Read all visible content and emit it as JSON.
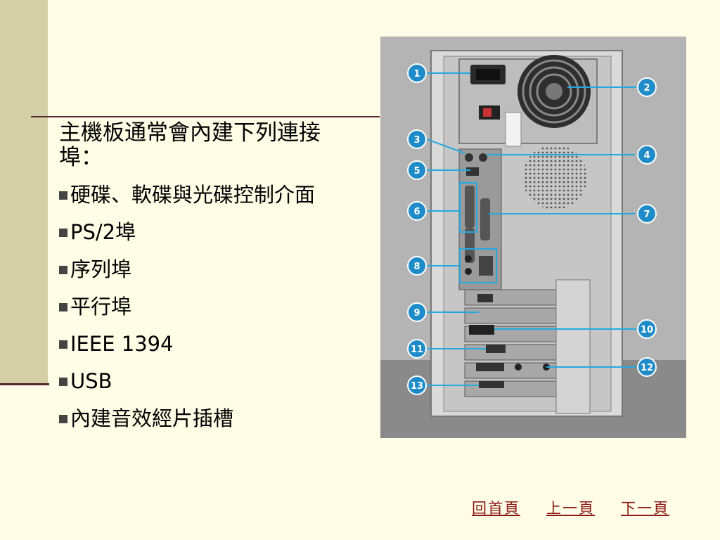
{
  "slide": {
    "intro_text": "主機板通常會內建下列連接埠：",
    "bullets": [
      "硬碟、軟碟與光碟控制介面",
      "PS/2埠",
      "序列埠",
      "平行埠",
      "IEEE 1394",
      "USB",
      "內建音效經片插槽"
    ]
  },
  "photo": {
    "callouts": [
      "1",
      "2",
      "3",
      "4",
      "5",
      "6",
      "7",
      "8",
      "9",
      "10",
      "11",
      "12",
      "13"
    ]
  },
  "nav": {
    "home": "回首頁",
    "prev": "上一頁",
    "next": "下一頁"
  },
  "colors": {
    "background": "#FFFDE6",
    "left_bar": "#D2D0A4",
    "rule": "#5A2430",
    "nav_link": "#8B1A1A",
    "callout_circle": "#1E8CC8",
    "callout_line": "#24A8E0"
  }
}
